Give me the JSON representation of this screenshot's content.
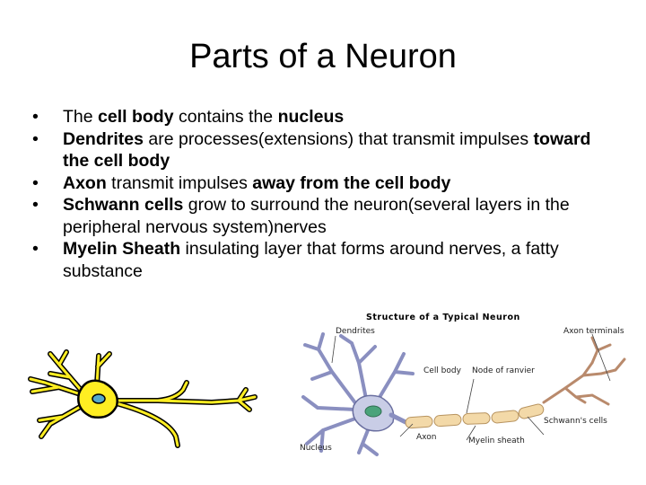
{
  "slide": {
    "title": "Parts of a Neuron",
    "bullets": [
      {
        "parts": [
          "The ",
          "cell body",
          " contains the ",
          "nucleus"
        ]
      },
      {
        "parts": [
          "Dendrites",
          " are processes(extensions) that transmit impulses ",
          "toward the cell body"
        ]
      },
      {
        "parts": [
          "Axon",
          " transmit impulses ",
          "away from the cell body"
        ]
      },
      {
        "parts": [
          "Schwann cells",
          " grow to surround the neuron(several layers in the peripheral nervous system)nerves"
        ]
      },
      {
        "parts": [
          "Myelin Sheath",
          " insulating layer that forms around nerves, a fatty substance"
        ]
      }
    ]
  },
  "diagram": {
    "title": "Structure of a Typical Neuron",
    "labels": {
      "dendrites": "Dendrites",
      "axon_terminals": "Axon terminals",
      "cell_body": "Cell body",
      "node_of_ranvier": "Node of ranvier",
      "schwann_cells": "Schwann's cells",
      "axon": "Axon",
      "myelin_sheath": "Myelin sheath",
      "nucleus": "Nucleus"
    },
    "colors": {
      "dendrite": "#8a8fc0",
      "myelin": "#f3d9a8",
      "terminal": "#b98a6c",
      "nucleus": "#4aa37a",
      "simple_neuron_fill": "#ffee22",
      "simple_neuron_outline": "#000000"
    }
  }
}
